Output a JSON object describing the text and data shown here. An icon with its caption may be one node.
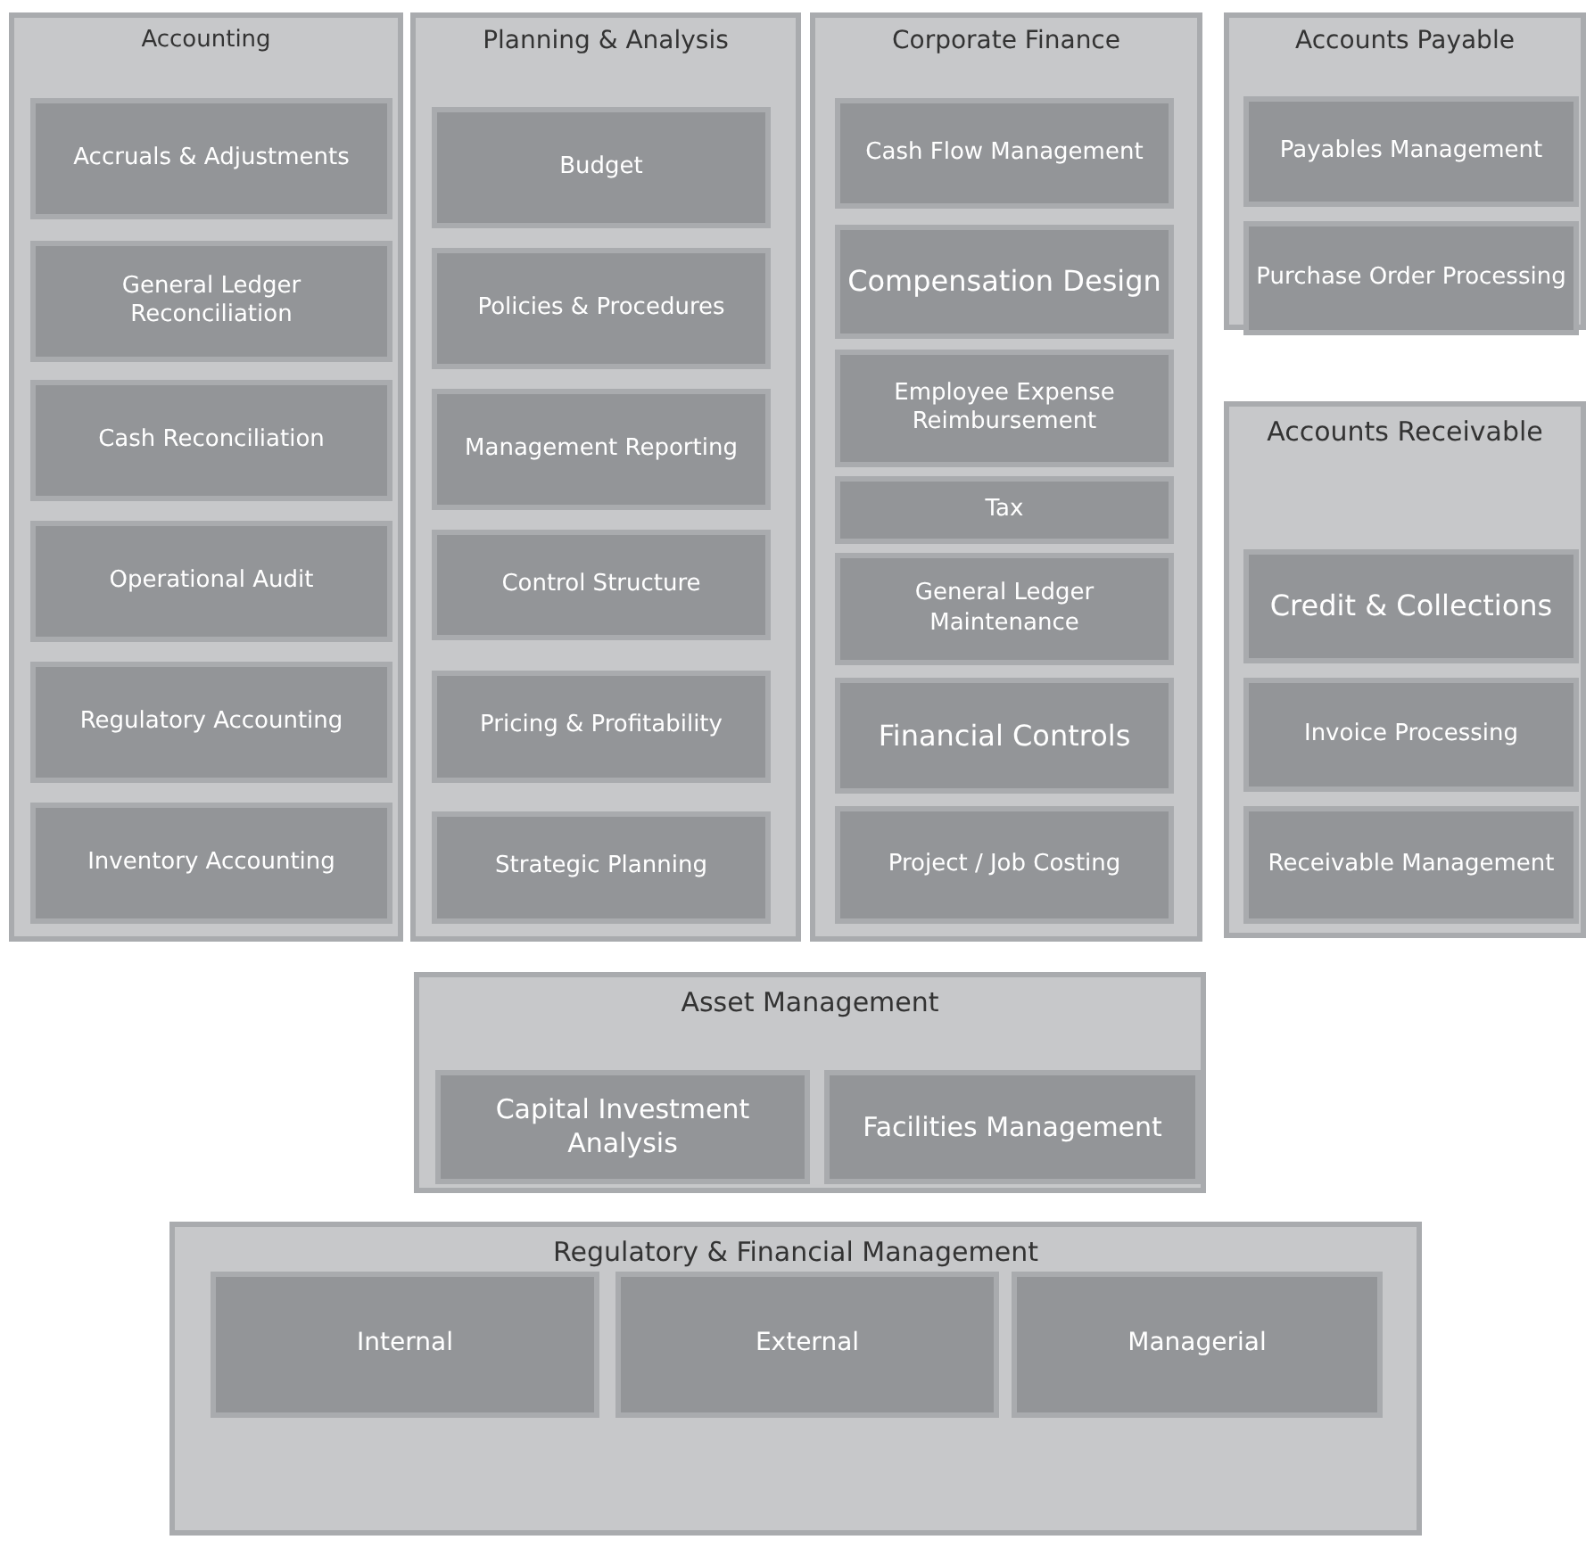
{
  "diagram": {
    "nodes": [
      {
        "text": [
          "Accounting"
        ]
      },
      {
        "text": [
          "Accruals & Adjustments"
        ],
        "in": 0
      },
      {
        "text": [
          "General Ledger Reconciliation"
        ],
        "in": 0
      },
      {
        "text": [
          "Cash Reconciliation"
        ],
        "in": 0
      },
      {
        "text": [
          "Operational Audit"
        ],
        "in": 0
      },
      {
        "text": [
          "Regulatory Accounting"
        ],
        "in": 0
      },
      {
        "text": [
          "Inventory Accounting"
        ],
        "in": 0
      },
      {
        "text": [
          "Planning & Analysis"
        ]
      },
      {
        "text": [
          "Budget"
        ],
        "in": 7
      },
      {
        "text": [
          "Policies & Procedures"
        ],
        "in": 7
      },
      {
        "text": [
          "Management Reporting"
        ],
        "in": 7
      },
      {
        "text": [
          "Control Structure"
        ],
        "in": 7
      },
      {
        "text": [
          "Pricing & Profitability"
        ],
        "in": 7
      },
      {
        "text": [
          "Strategic Planning"
        ],
        "in": 7
      },
      {
        "text": [
          "Corporate Finance"
        ]
      },
      {
        "text": [
          "Cash Flow Management"
        ],
        "in": 14
      },
      {
        "text": [
          "Compensation Design"
        ],
        "in": 14
      },
      {
        "text": [
          "Employee Expense Reimbursement"
        ],
        "in": 14
      },
      {
        "text": [
          "Tax"
        ],
        "in": 14
      },
      {
        "text": [
          "General Ledger Maintenance"
        ],
        "in": 14
      },
      {
        "text": [
          "Financial Controls"
        ],
        "in": 14
      },
      {
        "text": [
          "Project / Job Costing"
        ],
        "in": 14
      },
      {
        "text": [
          "Accounts Payable"
        ]
      },
      {
        "text": [
          "Payables Management"
        ],
        "in": 22
      },
      {
        "text": [
          "Purchase Order Processing"
        ],
        "in": 22
      },
      {
        "text": [
          "Accounts Receivable"
        ]
      },
      {
        "text": [
          "Credit & Collections"
        ],
        "in": 25
      },
      {
        "text": [
          "Invoice Processing"
        ],
        "in": 25
      },
      {
        "text": [
          "Receivable Management"
        ],
        "in": 25
      },
      {
        "text": [
          "Asset Management"
        ]
      },
      {
        "text": [
          "Capital Investment Analysis"
        ],
        "in": 29
      },
      {
        "text": [
          "Facilities Management"
        ],
        "in": 29
      },
      {
        "text": [
          "Regulatory & Financial Management"
        ]
      },
      {
        "text": [
          "Internal"
        ],
        "in": 32
      },
      {
        "text": [
          "External"
        ],
        "in": 32
      },
      {
        "text": [
          "Managerial"
        ],
        "in": 32
      }
    ]
  }
}
